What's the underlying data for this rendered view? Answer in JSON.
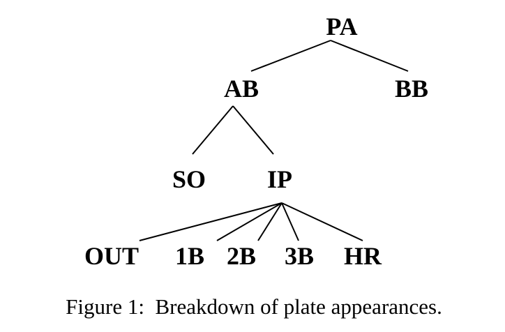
{
  "diagram": {
    "nodes": {
      "pa": "PA",
      "ab": "AB",
      "bb": "BB",
      "so": "SO",
      "ip": "IP",
      "out": "OUT",
      "b1": "1B",
      "b2": "2B",
      "b3": "3B",
      "hr": "HR"
    },
    "edges": [
      [
        "pa",
        "ab"
      ],
      [
        "pa",
        "bb"
      ],
      [
        "ab",
        "so"
      ],
      [
        "ab",
        "ip"
      ],
      [
        "ip",
        "out"
      ],
      [
        "ip",
        "b1"
      ],
      [
        "ip",
        "b2"
      ],
      [
        "ip",
        "b3"
      ],
      [
        "ip",
        "hr"
      ]
    ],
    "caption": "Figure 1:  Breakdown of plate appearances."
  }
}
